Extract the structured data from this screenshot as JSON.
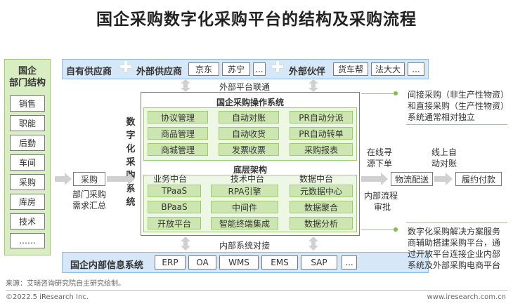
{
  "title": "国企采购数字化采购平台的结构及采购流程",
  "left_panel": {
    "title_line1": "国企",
    "title_line2": "部门结构",
    "items": [
      "销售",
      "职能",
      "后勤",
      "车间",
      "采购",
      "库房",
      "技术",
      "……"
    ]
  },
  "top_bar": {
    "own_suppliers": "自有供应商",
    "external_suppliers": "外部供应商",
    "suppliers": [
      "京东",
      "苏宁",
      "..."
    ],
    "external_partners": "外部伙伴",
    "partners": [
      "货车帮",
      "法大大",
      "..."
    ]
  },
  "external_link": "外部平台联通",
  "ops_system": {
    "title": "国企采购操作系统",
    "items": [
      "协议管理",
      "自动对账",
      "PR自动分派",
      "商品管理",
      "自动收货",
      "PR自动转单",
      "商城管理",
      "发票收票",
      "采购报表"
    ]
  },
  "vertical_label": [
    "数",
    "字",
    "化",
    "采",
    "购",
    "系",
    "统"
  ],
  "base": {
    "title": "底层架构",
    "col_titles": [
      "业务中台",
      "技术中台",
      "数据中台"
    ],
    "items": [
      "TPaaS",
      "RPA引擎",
      "元数据中心",
      "BPaaS",
      "中间件",
      "数据聚合",
      "开放平台",
      "智能终端集成",
      "数据分析"
    ]
  },
  "internal_link": "内部系统对接",
  "bottom_bar": {
    "label": "国企内部信息系统",
    "systems": [
      "ERP",
      "OA",
      "WMS",
      "EMS",
      "SAP",
      "..."
    ]
  },
  "left_flow": {
    "procure": "采购",
    "dept_line1": "部门采购",
    "dept_line2": "需求汇总"
  },
  "right_flow": {
    "online_line1": "在线寻",
    "online_line2": "源下单",
    "auto_line1": "线上自",
    "auto_line2": "动对账",
    "internal_line1": "内部流程",
    "internal_line2": "审批",
    "logistics": "物流配送",
    "payment": "履约付款"
  },
  "notes": {
    "top": [
      "间接采购（非生产性物资）",
      "和直接采购（生产性物资）",
      "系统通常相对独立"
    ],
    "bottom": [
      "数字化采购解决方案服务",
      "商辅助搭建采购平台，通",
      "过开放平台连接企业内部",
      "系统及外部采购电商平台"
    ]
  },
  "source": "来源：艾瑞咨询研究院自主研究绘制。",
  "footer_left": "©2022.5 iResearch Inc.",
  "footer_right": "www.iresearch.com.cn",
  "colors": {
    "green": "#9ccf6b",
    "light_green": "#d9edc3",
    "blue": "#d6e8f7",
    "arrow": "#d0d0d0"
  }
}
